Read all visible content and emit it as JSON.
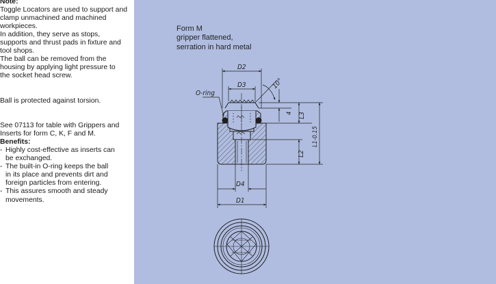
{
  "sidebar": {
    "note_heading": "Note:",
    "paragraph_1": "Toggle Locators are used to support and clamp unmachined and machined workpieces.",
    "paragraph_2": "In addition, they serve as stops, supports and thrust pads in fixture and tool shops.",
    "paragraph_3": "The ball can be removed from the housing by applying light pressure to the socket head screw.",
    "paragraph_4": "Ball is protected against torsion.",
    "paragraph_5": "See 07113 for table with Grippers and Inserts for form C, K, F and M.",
    "benefits_heading": "Benefits:",
    "benefits": [
      "Highly cost-effective as inserts can be exchanged.",
      "The built-in O-ring keeps the ball in its place and prevents dirt and foreign particles from entering.",
      "This assures smooth and steady movements."
    ]
  },
  "figure": {
    "caption_line_1": "Form M",
    "caption_line_2": "gripper flattened,",
    "caption_line_3": "serration in hard metal",
    "labels": {
      "d2": "D2",
      "d3": "D3",
      "angle": "10°",
      "oring": "O-ring",
      "four": "4",
      "l3": "L3",
      "l1": "L1-0.15",
      "l2": "L2",
      "d4": "D4",
      "d1": "D1"
    },
    "colors": {
      "background": "#b0bde0",
      "line": "#1f1f1f"
    }
  }
}
